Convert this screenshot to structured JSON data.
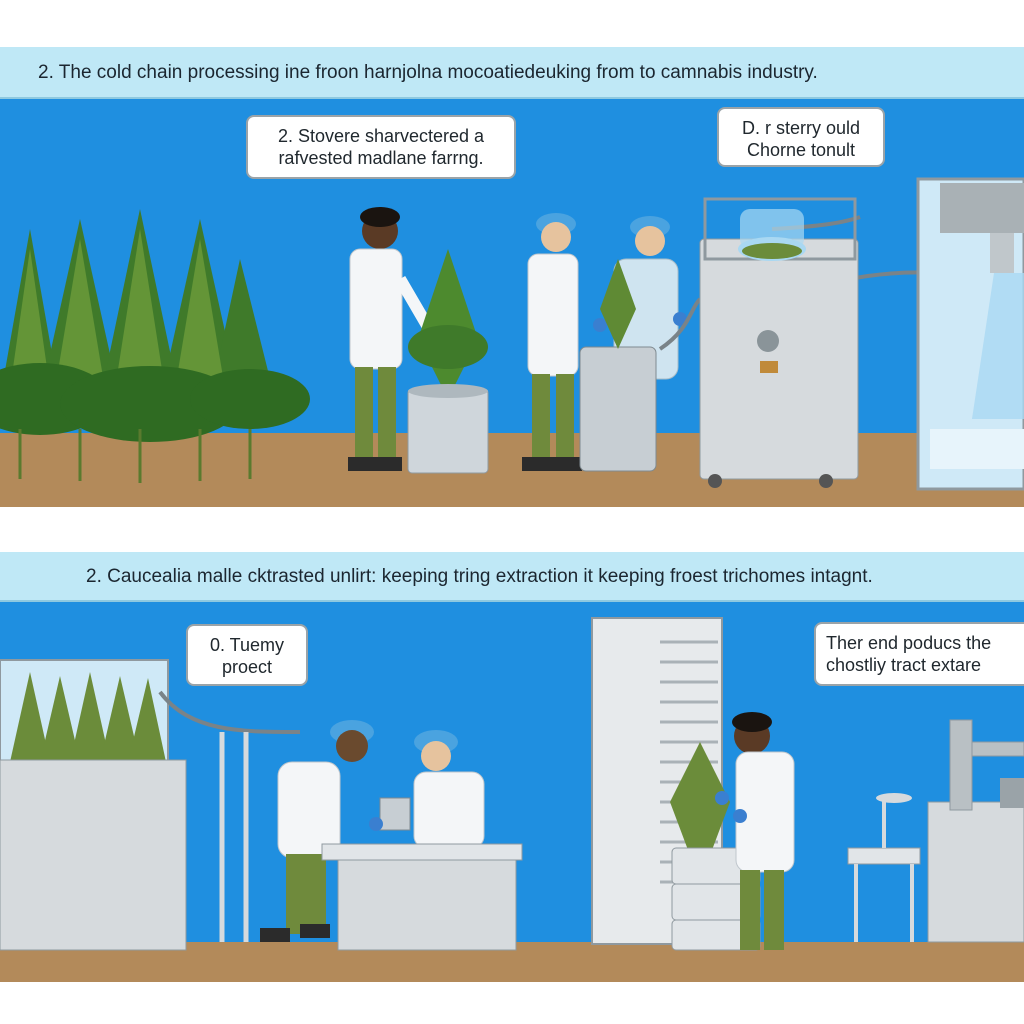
{
  "top_panel": {
    "banner": "2. The cold chain processing ine froon harnjolna mocoatiedeuking from to camnabis industry.",
    "callouts": [
      {
        "line1": "2. Stovere sharvectered a",
        "line2": "rafvested madlane farrng."
      },
      {
        "line1": "D. r sterry ould",
        "line2": "Chorne tonult"
      }
    ]
  },
  "bottom_panel": {
    "banner": "2.  Caucealia malle cktrasted unlirt: keeping tring extraction  it keeping froest trichomes intagnt.",
    "callouts": [
      {
        "line1": "0. Tuemy",
        "line2": "proect"
      },
      {
        "line1": "Ther end poducs the",
        "line2": "chostliy tract extare"
      }
    ]
  },
  "colors": {
    "banner_bg": "#bfe8f6",
    "wall": "#1f8fe0",
    "floor": "#b38a5a",
    "lab_coat": "#f4f6f8",
    "pants": "#6f8a3c",
    "hairnet": "#4aa3e0",
    "steel": "#d6dadd"
  }
}
